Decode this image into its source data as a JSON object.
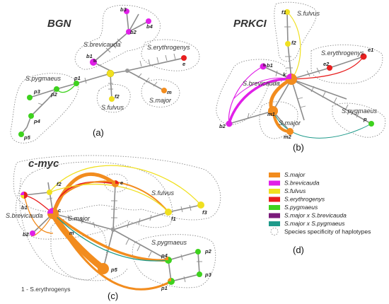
{
  "titles": {
    "bgn": "BGN",
    "prkci": "PRKCI",
    "cmyc": "c-myc"
  },
  "panels": {
    "a": "(a)",
    "b": "(b)",
    "c": "(c)",
    "d": "(d)"
  },
  "groups": {
    "a": {
      "brevicauda": "S.brevicauda",
      "erythrogenys": "S.erythrogenys",
      "pygmaeus": "S.pygmaeus",
      "fulvus": "S.fulvus",
      "major": "S.major"
    },
    "b": {
      "fulvus": "S.fulvus",
      "erythrogenys": "S.erythrogenys",
      "brevicauda": "S.brevicauda",
      "major": "S.major",
      "pygmaeus": "S.pygmaeus"
    },
    "c": {
      "fulvus": "S.fulvus",
      "brevicauda": "S.brevicauda",
      "major": "S.major",
      "pygmaeus": "S.pygmaeus"
    }
  },
  "nodes": {
    "a": {
      "b1": "b1",
      "b2": "b2",
      "b3": "b3",
      "b4": "b4",
      "e": "e",
      "f2": "f2",
      "m": "m",
      "p1": "p1",
      "p2": "p2",
      "p3": "p3",
      "p4": "p4",
      "p5": "p5"
    },
    "b": {
      "f1": "f1",
      "f2": "f2",
      "e1": "e1",
      "e2": "e2",
      "b1": "b1",
      "k": "k",
      "m1": "m1",
      "m2": "m2",
      "b2": "b2",
      "p": "p"
    },
    "c": {
      "f2": "f2",
      "e": "e",
      "f1": "f1",
      "f3": "f3",
      "b1": "b1",
      "c": "c",
      "b2": "b2",
      "m": "m",
      "p5": "p5",
      "p4": "p4",
      "p2": "p2",
      "p3": "p3",
      "p1": "p1"
    }
  },
  "note": "1 - S.erythrogenys",
  "colors": {
    "major": "#f28c1e",
    "brevicauda": "#e020e8",
    "fulvus": "#f0e020",
    "erythrogenys": "#e81e1e",
    "pygmaeus": "#3ed21e",
    "major_x_brevicauda": "#7a1a7a",
    "major_x_pygmaeus": "#1e9a8a",
    "edge": "#8c8c8c",
    "median": "#9a9a9a"
  },
  "legend": [
    {
      "label": "S.major",
      "color": "#f28c1e"
    },
    {
      "label": "S.brevicauda",
      "color": "#e020e8"
    },
    {
      "label": "S.fulvus",
      "color": "#f0e020"
    },
    {
      "label": "S.erythrogenys",
      "color": "#e81e1e"
    },
    {
      "label": "S.pygmaeus",
      "color": "#3ed21e"
    },
    {
      "label": "S.major x S.brevicauda",
      "color": "#7a1a7a"
    },
    {
      "label": "S.major x S.pygmaeus",
      "color": "#1e9a8a"
    }
  ],
  "legend_note": "Species specificity of haplotypes"
}
